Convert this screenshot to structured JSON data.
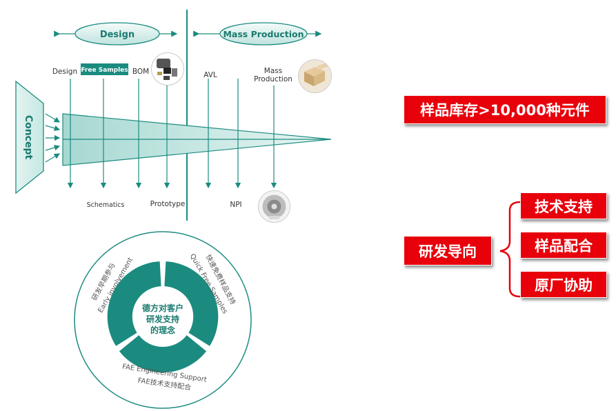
{
  "timeline": {
    "design_phase": "Design",
    "mass_phase": "Mass Production",
    "concept": "Concept",
    "top_labels": {
      "design": "Design",
      "free_samples": "Free Samples",
      "bom": "BOM",
      "avl": "AVL",
      "mass_line1": "Mass",
      "mass_line2": "Production"
    },
    "bottom_labels": {
      "schematics": "Schematics",
      "prototype": "Prototype",
      "npi": "NPI"
    },
    "teal_color": "#1b8b80"
  },
  "circle": {
    "center_line1": "德方对客户",
    "center_line2": "研发支持",
    "center_line3": "的理念",
    "seg1_cn": "研发早期参与",
    "seg1_en": "Early involvement",
    "seg2_cn": "快速免费样品支持",
    "seg2_en": "Quick Free Samples",
    "seg3_en": "FAE Engineering Support",
    "seg3_cn": "FAE技术支持配合"
  },
  "right": {
    "stock_label": "样品库存>10,000种元件",
    "rd_label": "研发导向",
    "items": [
      "技术支持",
      "样品配合",
      "原厂协助"
    ],
    "accent_color": "#e8000b"
  }
}
